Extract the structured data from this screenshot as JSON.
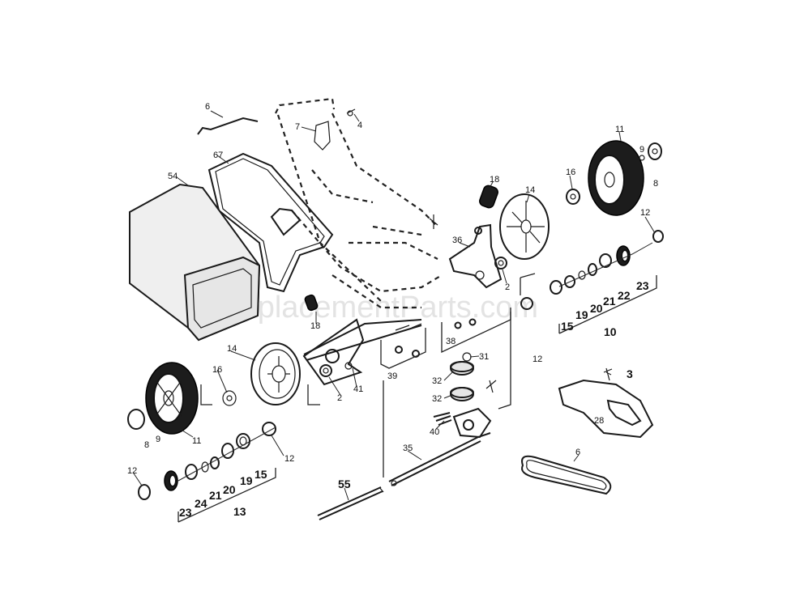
{
  "watermark": "eReplacementParts.com",
  "callouts": {
    "c_6a": "6",
    "c_4": "4",
    "c_7": "7",
    "c_67": "67",
    "c_54": "54",
    "c_18a": "18",
    "c_14a": "14",
    "c_16a": "16",
    "c_11a": "11",
    "c_9a": "9",
    "c_8a": "8",
    "c_12a": "12",
    "c_36": "36",
    "c_2a": "2",
    "c_23a": "23",
    "c_22": "22",
    "c_21a": "21",
    "c_20a": "20",
    "c_19a": "19",
    "c_15a": "15",
    "c_10": "10",
    "c_12b": "12",
    "c_38a": "38",
    "c_31": "31",
    "c_32a": "32",
    "c_32b": "32",
    "c_39": "39",
    "c_3": "3",
    "c_28": "28",
    "c_18b": "18",
    "c_14b": "14",
    "c_16b": "16",
    "c_41": "41",
    "c_2b": "2",
    "c_11b": "11",
    "c_8b": "8",
    "c_9b": "9",
    "c_12c": "12",
    "c_12d": "12",
    "c_15b": "15",
    "c_19b": "19",
    "c_20b": "20",
    "c_21b": "21",
    "c_24": "24",
    "c_23b": "23",
    "c_13": "13",
    "c_40": "40",
    "c_35": "35",
    "c_55": "55",
    "c_6b": "6"
  }
}
